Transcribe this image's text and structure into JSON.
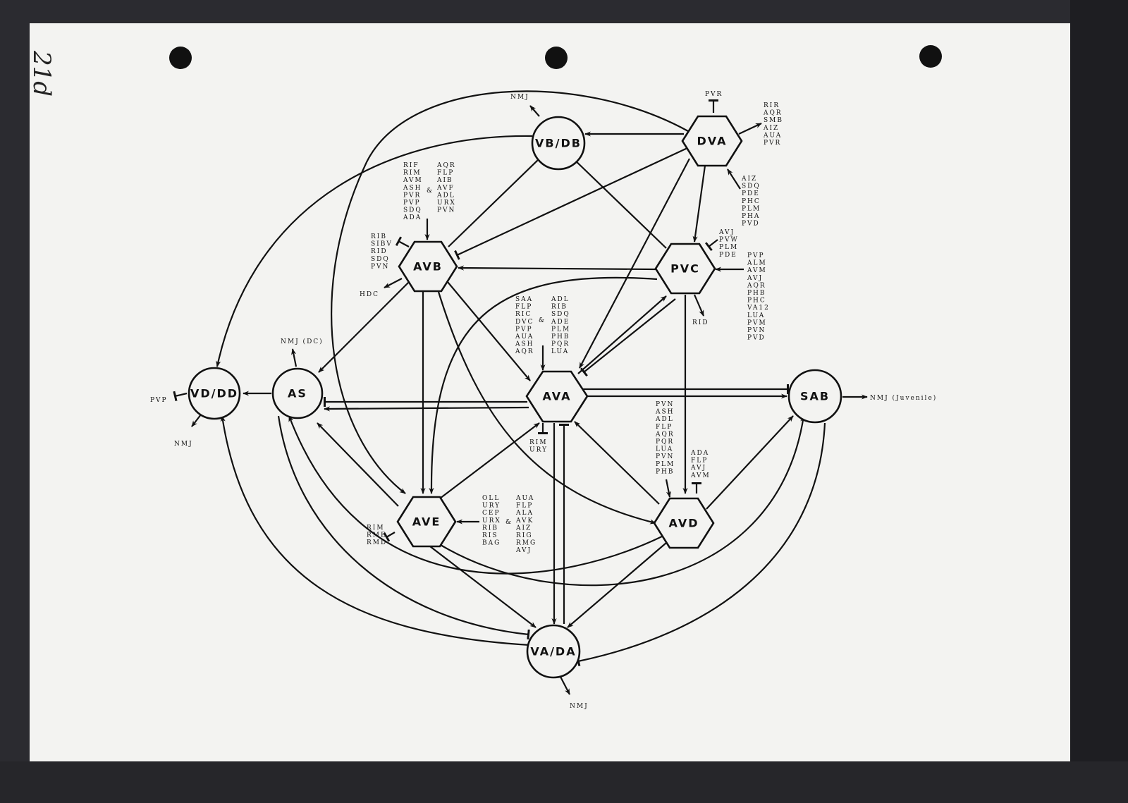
{
  "page_annotation": "21d",
  "nodes": {
    "vbdb": "VB/DB",
    "dva": "DVA",
    "avb": "AVB",
    "pvc": "PVC",
    "ava": "AVA",
    "as": "AS",
    "vddd": "VD/DD",
    "sab": "SAB",
    "ave": "AVE",
    "avd": "AVD",
    "vada": "VA/DA"
  },
  "labels": {
    "nmj_vbdb": [
      "NMJ"
    ],
    "pvr_dva": [
      "PVR"
    ],
    "dva_outputs": [
      "RIR",
      "AQR",
      "SMB",
      "AIZ",
      "AUA",
      "PVR"
    ],
    "dva_inputs": [
      "AIZ",
      "SDQ",
      "PDE",
      "PHC",
      "PLM",
      "PHA",
      "PVD"
    ],
    "avb_inputs_left": [
      "RIF",
      "RIM",
      "AVM",
      "ASH",
      "PVR",
      "PVP",
      "SDQ",
      "ADA"
    ],
    "avb_inputs_right": [
      "AQR",
      "FLP",
      "AIB",
      "AVF",
      "ADL",
      "URX",
      "PVN"
    ],
    "avb_inhibitory": [
      "RIB",
      "SIBV",
      "RID",
      "SDQ",
      "PVN"
    ],
    "avb_output": [
      "HDC"
    ],
    "pvc_inhibitory": [
      "AVJ",
      "PVW",
      "PLM",
      "PDE"
    ],
    "pvc_inputs": [
      "PVP",
      "ALM",
      "AVM",
      "AVJ",
      "AQR",
      "PHB",
      "PHC",
      "VA12",
      "LUA",
      "PVM",
      "PVN",
      "PVD"
    ],
    "pvc_output": [
      "RID"
    ],
    "ava_inputs_left": [
      "SAA",
      "FLP",
      "RIC",
      "DVC",
      "PVP",
      "AUA",
      "ASH",
      "AQR"
    ],
    "ava_inputs_right": [
      "ADL",
      "RIB",
      "SDQ",
      "ADE",
      "PLM",
      "PHB",
      "PQR",
      "LUA"
    ],
    "ava_inhibitory": [
      "RIM",
      "URY"
    ],
    "as_output": [
      "NMJ (DC)"
    ],
    "vddd_inhibitory": [
      "PVP"
    ],
    "vddd_output": [
      "NMJ"
    ],
    "sab_output": [
      "NMJ (Juvenile)"
    ],
    "avd_inputs": [
      "PVN",
      "ASH",
      "ADL",
      "FLP",
      "AQR",
      "PQR",
      "LUA",
      "PVN",
      "PLM",
      "PHB"
    ],
    "avd_inhibitory": [
      "ADA",
      "FLP",
      "AVJ",
      "AVM"
    ],
    "ave_inhibitory": [
      "RIM",
      "RME",
      "RMD"
    ],
    "ave_inputs_left": [
      "OLL",
      "URY",
      "CEP",
      "URX",
      "RIB",
      "RIS",
      "BAG"
    ],
    "ave_inputs_right": [
      "AUA",
      "FLP",
      "ALA",
      "AVK",
      "AIZ",
      "RIG",
      "RMG",
      "AVJ"
    ],
    "nmj_vada": [
      "NMJ"
    ],
    "amp": [
      "&"
    ]
  }
}
